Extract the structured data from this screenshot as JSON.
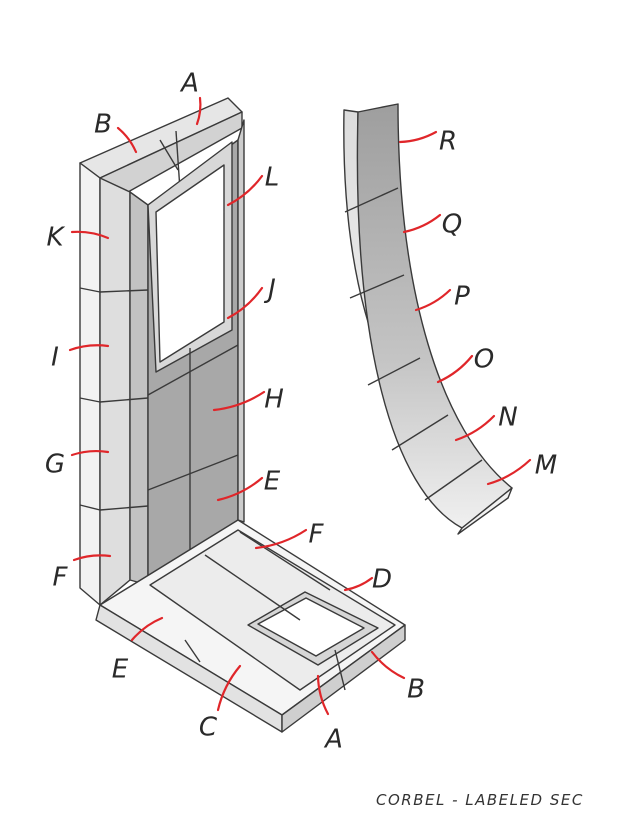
{
  "caption": "CORBEL - LABELED SEC",
  "colors": {
    "leader": "#e0262a",
    "outline": "#3a3a3a",
    "face_dark": "#a6a6a6",
    "face_mid": "#c9c9c9",
    "face_light": "#ececec",
    "label": "#2a2a2a"
  },
  "labels": [
    {
      "id": "A-top",
      "text": "A"
    },
    {
      "id": "B-top",
      "text": "B"
    },
    {
      "id": "L",
      "text": "L"
    },
    {
      "id": "K",
      "text": "K"
    },
    {
      "id": "J",
      "text": "J"
    },
    {
      "id": "I",
      "text": "I"
    },
    {
      "id": "H",
      "text": "H"
    },
    {
      "id": "G",
      "text": "G"
    },
    {
      "id": "E-wall",
      "text": "E"
    },
    {
      "id": "F-floor",
      "text": "F"
    },
    {
      "id": "F-side",
      "text": "F"
    },
    {
      "id": "D",
      "text": "D"
    },
    {
      "id": "E-base",
      "text": "E"
    },
    {
      "id": "B-base",
      "text": "B"
    },
    {
      "id": "C",
      "text": "C"
    },
    {
      "id": "A-base",
      "text": "A"
    },
    {
      "id": "R",
      "text": "R"
    },
    {
      "id": "Q",
      "text": "Q"
    },
    {
      "id": "P",
      "text": "P"
    },
    {
      "id": "O",
      "text": "O"
    },
    {
      "id": "N",
      "text": "N"
    },
    {
      "id": "M",
      "text": "M"
    }
  ]
}
